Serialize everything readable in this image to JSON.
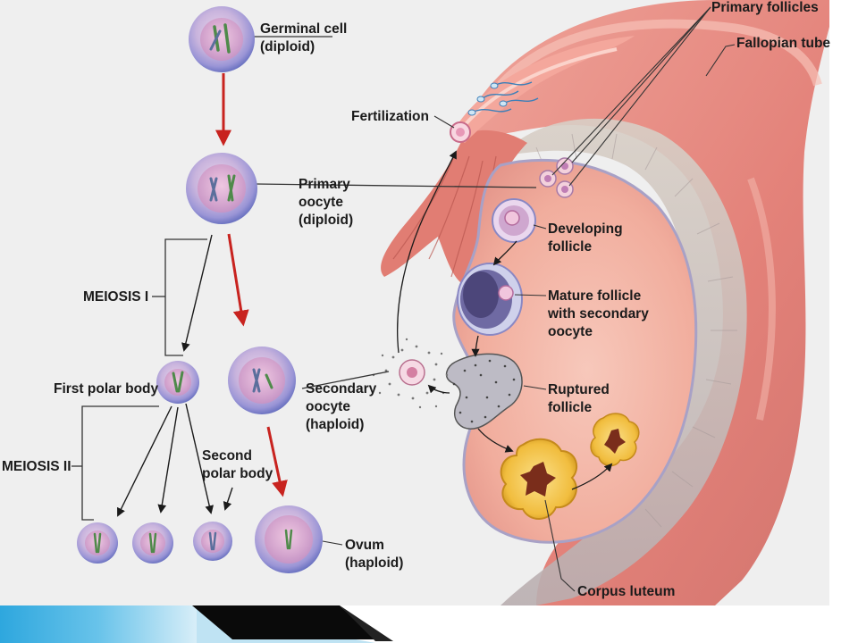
{
  "labels": {
    "germinal_cell": [
      "Germinal cell",
      "(diploid)"
    ],
    "primary_oocyte": [
      "Primary",
      "oocyte",
      "(diploid)"
    ],
    "meiosis_1": "MEIOSIS I",
    "meiosis_2": "MEIOSIS II",
    "first_polar_body": "First polar body",
    "secondary_oocyte": [
      "Secondary",
      "oocyte",
      "(haploid)"
    ],
    "second_polar_body": [
      "Second",
      "polar body"
    ],
    "ovum": [
      "Ovum",
      "(haploid)"
    ],
    "fertilization": "Fertilization",
    "primary_follicles": "Primary follicles",
    "fallopian_tube": "Fallopian tube",
    "developing_follicle": [
      "Developing",
      "follicle"
    ],
    "mature_follicle": [
      "Mature follicle",
      "with secondary",
      "oocyte"
    ],
    "ruptured_follicle": [
      "Ruptured",
      "follicle"
    ],
    "corpus_luteum": "Corpus luteum"
  },
  "colors": {
    "background": "#ffffff",
    "diagram_panel": "#efefef",
    "cell_fill": "#b9b1df",
    "cell_rim": "#7e7fc9",
    "cell_core": "#d9a5cf",
    "chromosome": "#4f8a4a",
    "red_arrow": "#c8231f",
    "ovary": "#f2b7a8",
    "tube": "#e7877e",
    "corpus_luteum": "#f3c64a",
    "footer_blue": "#33aee0",
    "footer_dark": "#0a0a0a"
  }
}
